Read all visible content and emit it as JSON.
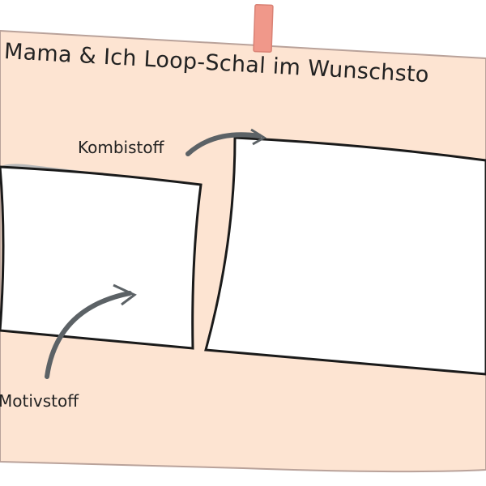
{
  "title": "Mama & Ich Loop-Schal im Wunschsto",
  "labels": {
    "kombistoff": "Kombistoff",
    "motivstoff": "Motivstoff"
  },
  "colors": {
    "card": "#fde4d2",
    "clip": "#f0988a",
    "outline": "#1a1a1a",
    "lining": "#b8b8b8",
    "arrow": "#5c6266"
  }
}
